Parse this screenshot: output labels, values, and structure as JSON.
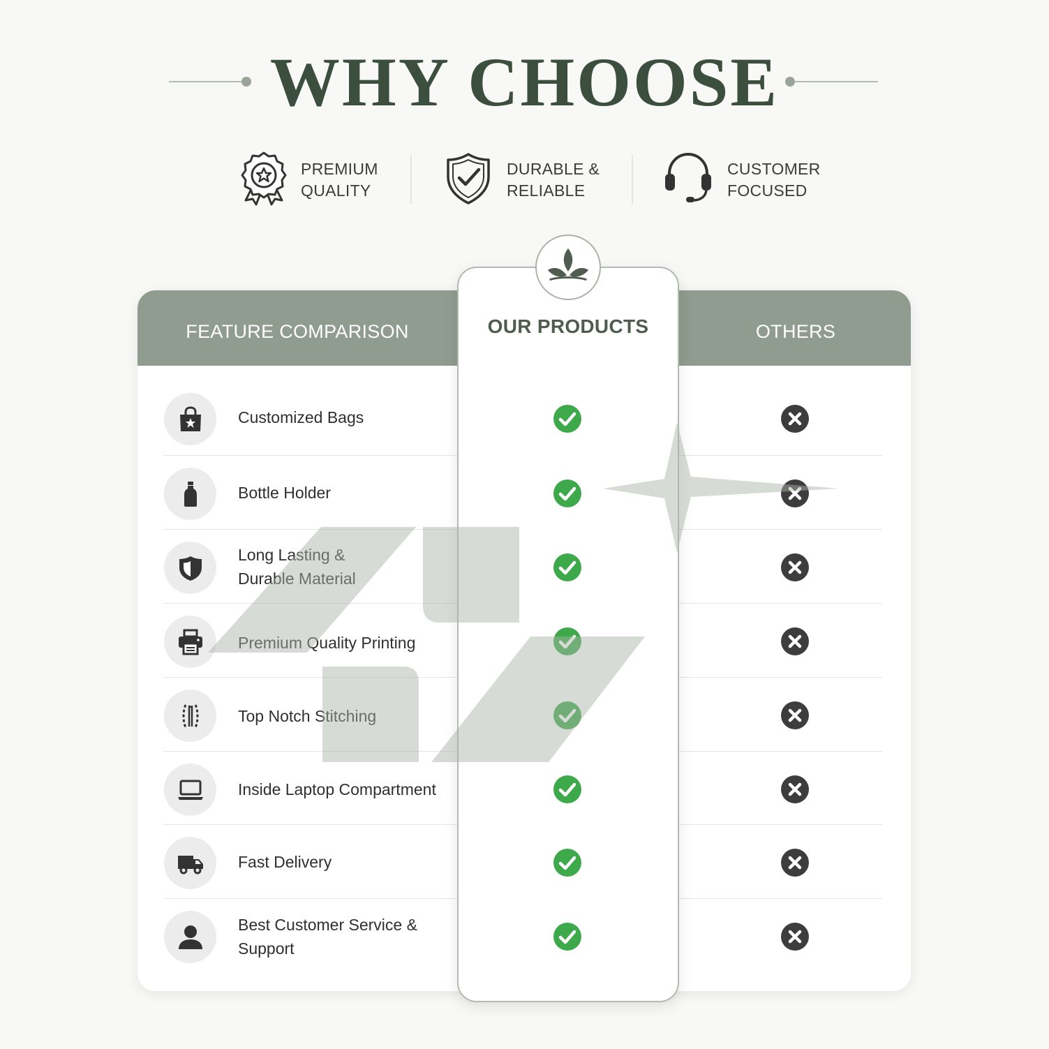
{
  "header": {
    "title": "WHY CHOOSE"
  },
  "badges": [
    {
      "icon": "award-ribbon-icon",
      "line1": "PREMIUM",
      "line2": "QUALITY"
    },
    {
      "icon": "shield-check-icon",
      "line1": "DURABLE &",
      "line2": "RELIABLE"
    },
    {
      "icon": "headset-icon",
      "line1": "CUSTOMER",
      "line2": "FOCUSED"
    }
  ],
  "table": {
    "col_feature": "FEATURE COMPARISON",
    "col_products": "OUR PRODUCTS",
    "col_others": "OTHERS",
    "products_icon": "leaf-plant-icon",
    "rows": [
      {
        "icon": "shopping-bag-star-icon",
        "line1": "Customized Bags",
        "line2": "",
        "ours": true,
        "others": false
      },
      {
        "icon": "bottle-icon",
        "line1": "Bottle Holder",
        "line2": "",
        "ours": true,
        "others": false
      },
      {
        "icon": "shield-icon",
        "line1": "Long Lasting &",
        "line2": "Durable Material",
        "ours": true,
        "others": false
      },
      {
        "icon": "printer-icon",
        "line1": "Premium Quality Printing",
        "line2": "",
        "ours": true,
        "others": false
      },
      {
        "icon": "stitching-icon",
        "line1": "Top Notch Stitching",
        "line2": "",
        "ours": true,
        "others": false
      },
      {
        "icon": "laptop-icon",
        "line1": "Inside Laptop Compartment",
        "line2": "",
        "ours": true,
        "others": false
      },
      {
        "icon": "delivery-truck-icon",
        "line1": "Fast Delivery",
        "line2": "",
        "ours": true,
        "others": false
      },
      {
        "icon": "user-icon",
        "line1": "Best Customer Service &",
        "line2": "Support",
        "ours": true,
        "others": false
      }
    ]
  },
  "colors": {
    "title": "#3c4e3e",
    "header_bar": "#909c8f",
    "check_green": "#3ea94b",
    "cross_dark": "#3d3d3d",
    "icon_dark": "#333333"
  }
}
